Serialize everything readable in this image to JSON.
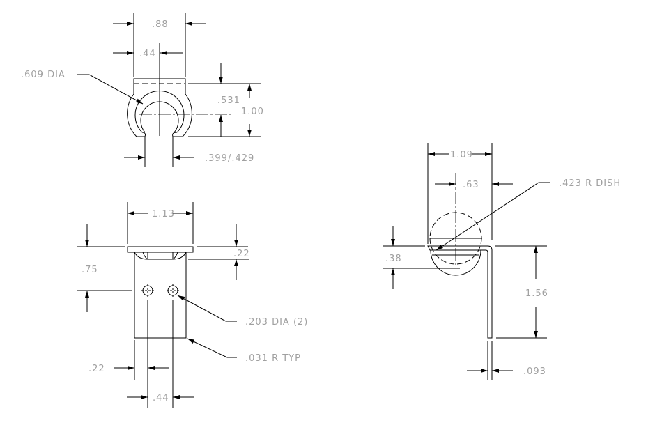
{
  "top_view": {
    "width_label": ".88",
    "half_width_label": ".44",
    "hole_label": ".609 DIA",
    "height_label": "1.00",
    "center_label": ".531",
    "opening_label": ".399/.429"
  },
  "front_view": {
    "width_label": "1.13",
    "hole_height_label": ".75",
    "flange_label": ".22",
    "holes_label": ".203 DIA (2)",
    "radius_label": ".031 R TYP",
    "edge_offset_label": ".22",
    "hole_spacing_label": ".44"
  },
  "side_view": {
    "width_label": "1.09",
    "center_label": ".63",
    "dish_label": ".423 R DISH",
    "dish_depth_label": ".38",
    "leg_height_label": "1.56",
    "thickness_label": ".093"
  }
}
